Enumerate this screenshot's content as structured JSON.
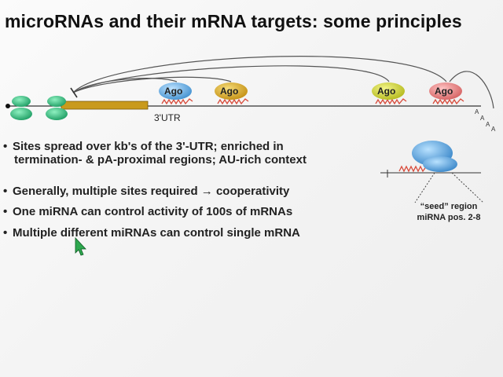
{
  "slide": {
    "title": "microRNAs and their mRNA targets: some principles",
    "diagram": {
      "utr_label": "3'UTR",
      "ago_label": "Ago",
      "polya_label": "A",
      "colors": {
        "ribosome": "#2fbf7e",
        "coding_region": "#c99a1c",
        "ago_blue": "#5aa6dc",
        "ago_gold": "#d9a92a",
        "ago_yellow": "#c9cf2a",
        "ago_pink": "#e27b7b",
        "mirna": "#d84a3a"
      }
    },
    "bullets": [
      {
        "line1": "Sites spread over kb's of the 3'-UTR; enriched in",
        "line2": "termination- & pA-proximal regions; AU-rich context"
      },
      {
        "line1": "Generally, multiple sites required  → cooperativity"
      },
      {
        "line1": "One miRNA can control activity of 100s of  mRNAs"
      },
      {
        "line1": "Multiple different miRNAs can control single mRNA"
      }
    ],
    "inset": {
      "label_line1": "“seed” region",
      "label_line2": "miRNA pos. 2-8"
    }
  }
}
